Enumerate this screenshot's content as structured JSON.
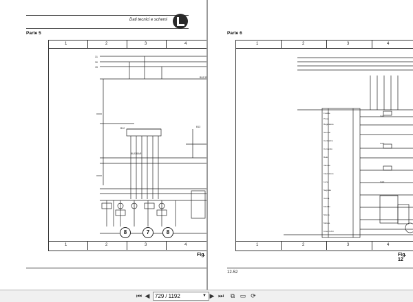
{
  "left_page": {
    "header_title": "Dati tecnici e schemi",
    "part_label": "Parte 5",
    "columns": [
      "1",
      "2",
      "3",
      "4"
    ],
    "fig_label": "Fig.",
    "circle_tags": [
      "8",
      "7",
      "8"
    ]
  },
  "right_page": {
    "part_label": "Parte 6",
    "columns": [
      "1",
      "2",
      "3",
      "4"
    ],
    "fig_label": "Fig. 12",
    "page_number": "12-52"
  },
  "toolbar": {
    "current_page": "729",
    "total_pages": "1192",
    "separator": "/",
    "first_icon": "skip-first-icon",
    "prev_icon": "prev-icon",
    "next_icon": "next-icon",
    "last_icon": "skip-last-icon",
    "icons": [
      "dropdown-icon",
      "fit-page-icon",
      "two-page-icon",
      "rotate-icon"
    ]
  }
}
